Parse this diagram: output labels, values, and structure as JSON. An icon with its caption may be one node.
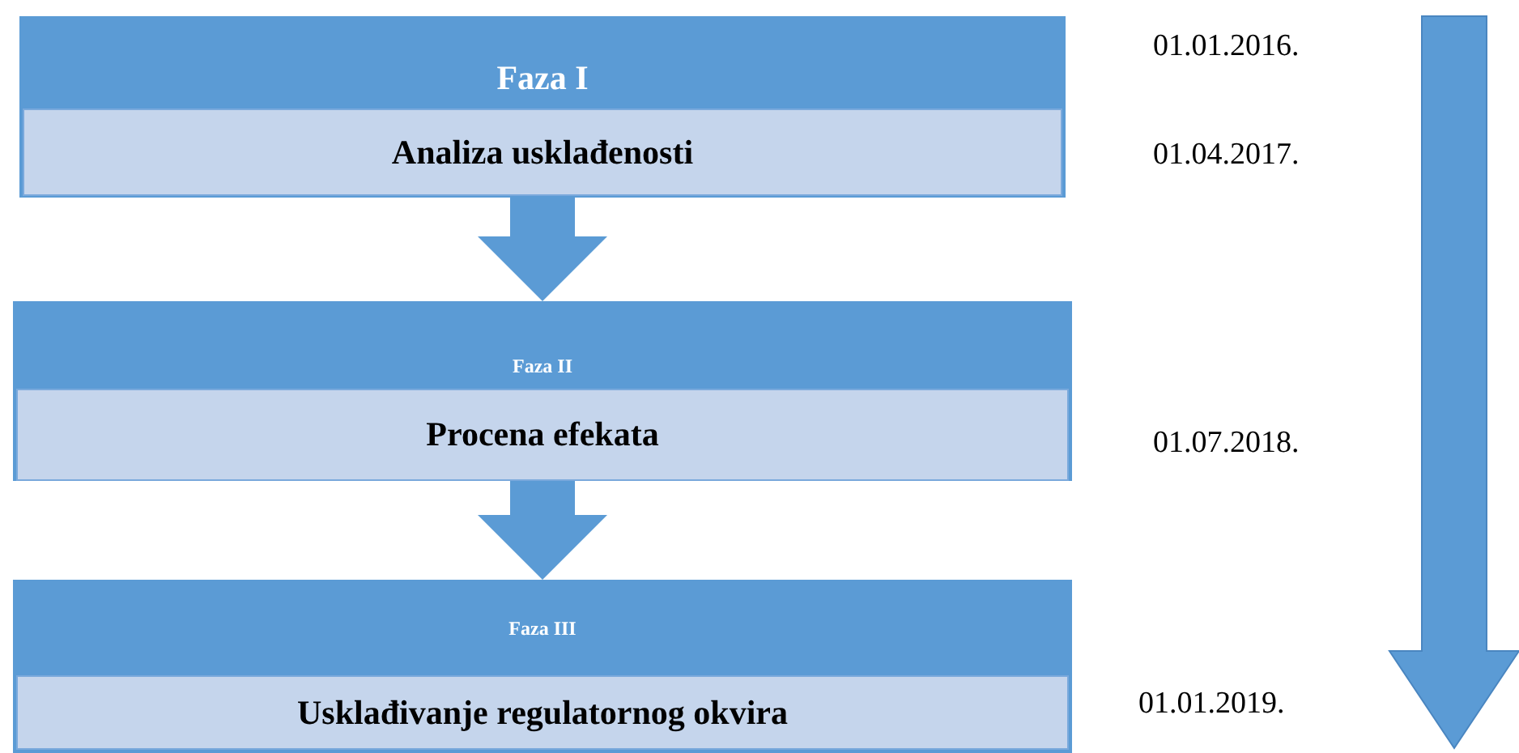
{
  "diagram": {
    "nodes": [
      {
        "text": [
          "Faza I"
        ]
      },
      {
        "text": [
          "Analiza usklađenosti"
        ],
        "in": 0
      },
      {
        "text": [
          "Faza II"
        ]
      },
      {
        "text": [
          "Procena efekata"
        ],
        "in": 2
      },
      {
        "text": [
          "Faza III"
        ]
      },
      {
        "text": [
          "Usklađivanje regulatornog okvira"
        ],
        "in": 4
      }
    ],
    "edges": [
      {
        "from": 1,
        "to": 2,
        "arrow": "to"
      },
      {
        "from": 3,
        "to": 4,
        "arrow": "to"
      }
    ],
    "labels": [
      "01.01.2016.",
      "01.04.2017.",
      "01.07.2018.",
      "01.01.2019."
    ]
  }
}
